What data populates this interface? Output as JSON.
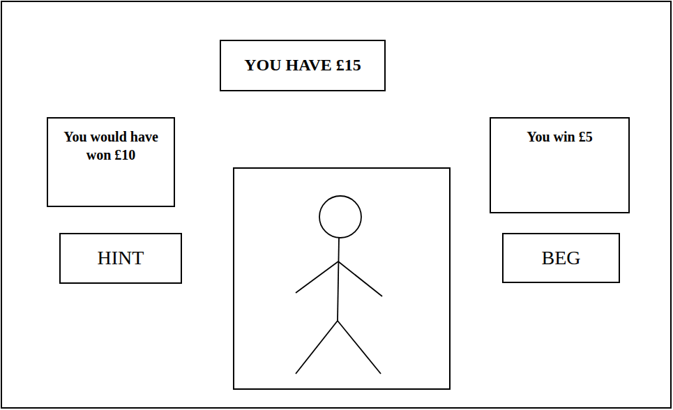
{
  "diagram": {
    "nodes": [
      {
        "text": [
          "YOU HAVE £15"
        ]
      },
      {
        "text": [
          "You would have won £10"
        ]
      },
      {
        "text": [
          "You win £5"
        ]
      },
      {
        "text": [
          "HINT"
        ]
      },
      {
        "text": [
          "BEG"
        ]
      }
    ]
  }
}
